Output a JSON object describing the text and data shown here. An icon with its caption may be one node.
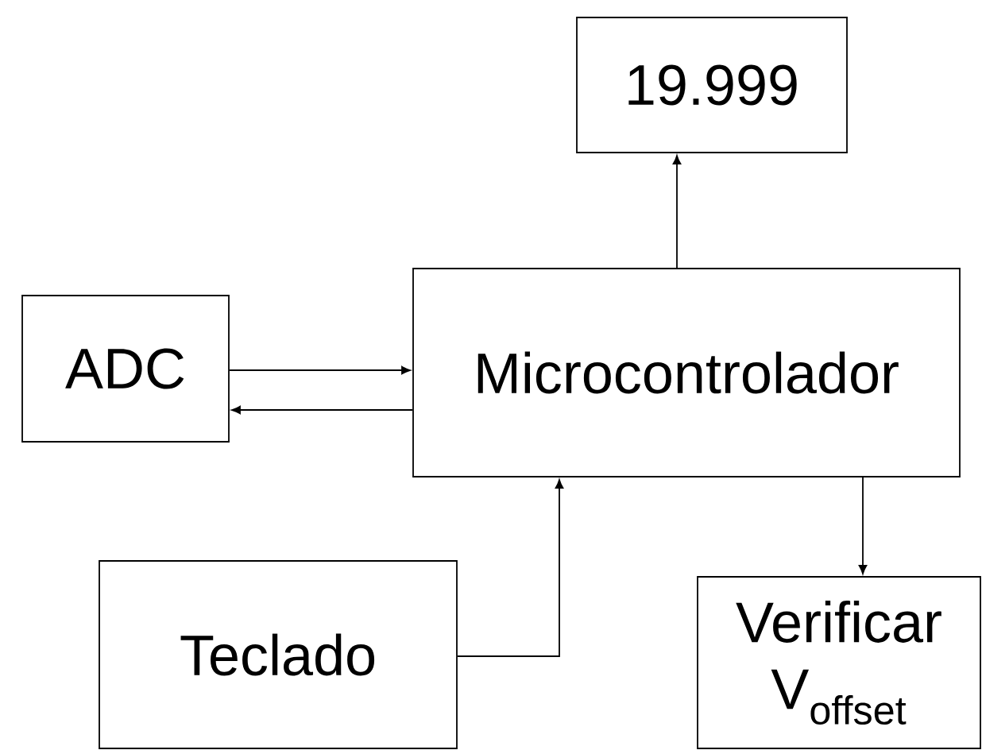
{
  "diagram": {
    "nodes": [
      {
        "text": [
          "19.999"
        ]
      },
      {
        "text": [
          "ADC"
        ]
      },
      {
        "text": [
          "Microcontrolador"
        ]
      },
      {
        "text": [
          "Teclado"
        ]
      },
      {
        "text": [
          "Verificar V$_{offset}$"
        ]
      }
    ],
    "edges": [
      {
        "from": 2,
        "to": 0,
        "arrow": "to"
      },
      {
        "from": 1,
        "to": 2,
        "arrow": "to"
      },
      {
        "from": 2,
        "to": 1,
        "arrow": "to"
      },
      {
        "from": 3,
        "to": 2,
        "arrow": "to"
      },
      {
        "from": 2,
        "to": 4,
        "arrow": "to"
      }
    ]
  }
}
